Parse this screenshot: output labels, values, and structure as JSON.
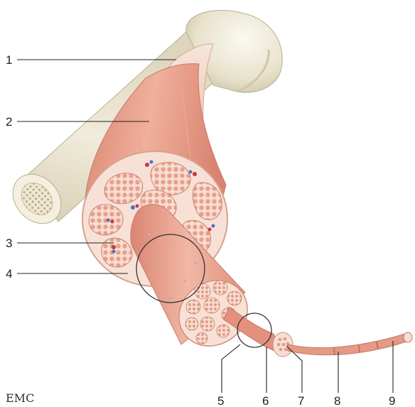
{
  "figure": {
    "labels": [
      "1",
      "2",
      "3",
      "4",
      "5",
      "6",
      "7",
      "8",
      "9"
    ],
    "logo": "EMC"
  },
  "colors": {
    "bone": "#ece7d3",
    "bone_shadow": "#c9c2a6",
    "muscle": "#e39a85",
    "muscle_light": "#f3c1b0",
    "muscle_dark": "#c86e5b",
    "fascicle_border": "#f6e0d6",
    "cell_fill": "#eaa592",
    "vessel_red": "#c63a3a",
    "vessel_blue": "#4a72c8"
  }
}
